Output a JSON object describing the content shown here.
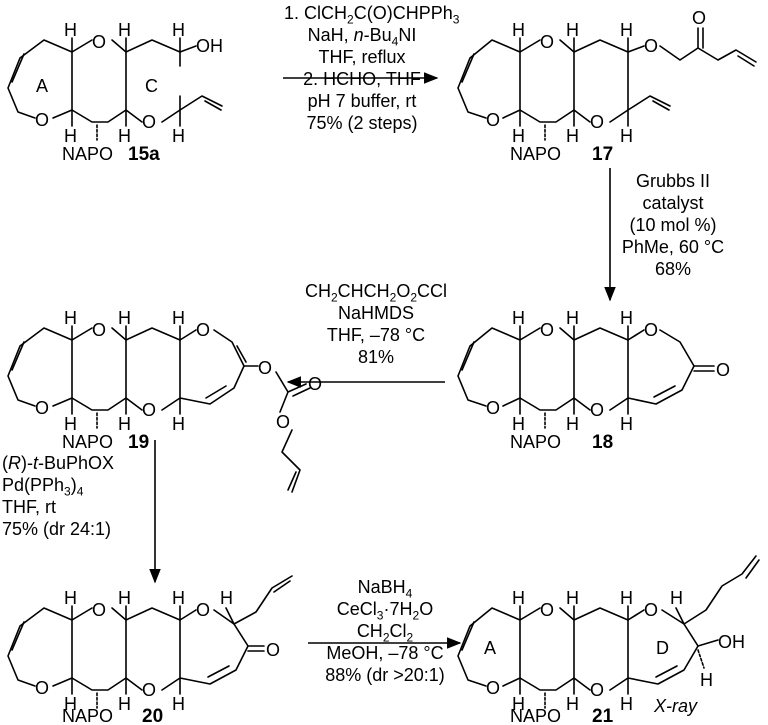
{
  "compounds": [
    {
      "id": "15a",
      "atoms": {
        "A": "A",
        "C": "C",
        "protecting_group": "NAPO",
        "hydroxyl": "OH",
        "H": "H",
        "O": "O"
      }
    },
    {
      "id": "17"
    },
    {
      "id": "18"
    },
    {
      "id": "19"
    },
    {
      "id": "20"
    },
    {
      "id": "21",
      "atoms": {
        "A": "A",
        "D": "D",
        "hydroxyl": "OH"
      },
      "note": "X-ray"
    }
  ],
  "labels": {
    "protecting_group": "NAPO",
    "ketone_O": "O",
    "ring_O": "O",
    "H": "H"
  },
  "steps": [
    {
      "id": "step1",
      "conditions": [
        [
          "1. ClCH",
          {
            "sub": "2"
          },
          "C(O)CHPPh",
          {
            "sub": "3"
          }
        ],
        [
          "NaH, ",
          {
            "i": "n"
          },
          "-Bu",
          {
            "sub": "4"
          },
          "NI"
        ],
        [
          "THF, reflux"
        ],
        [
          "2. HCHO, THF"
        ],
        [
          "pH 7 buffer, rt"
        ],
        [
          "75% (2 steps)"
        ]
      ]
    },
    {
      "id": "step2",
      "conditions": [
        [
          "Grubbs II"
        ],
        [
          "catalyst"
        ],
        [
          "(10 mol %)"
        ],
        [
          "PhMe, 60 °C"
        ],
        [
          "68%"
        ]
      ]
    },
    {
      "id": "step3",
      "conditions": [
        [
          "CH",
          {
            "sub": "2"
          },
          "CHCH",
          {
            "sub": "2"
          },
          "O",
          {
            "sub": "2"
          },
          "CCl"
        ],
        [
          "NaHMDS"
        ],
        [
          "THF, –78 °C"
        ],
        [
          "81%"
        ]
      ]
    },
    {
      "id": "step4",
      "conditions": [
        [
          "(",
          {
            "i": "R"
          },
          ")-",
          {
            "i": "t"
          },
          "-BuPhOX"
        ],
        [
          "Pd(PPh",
          {
            "sub": "3"
          },
          ")",
          {
            "sub": "4"
          }
        ],
        [
          "THF, rt"
        ],
        [
          "75% (dr 24:1)"
        ]
      ]
    },
    {
      "id": "step5",
      "conditions": [
        [
          "NaBH",
          {
            "sub": "4"
          }
        ],
        [
          "CeCl",
          {
            "sub": "3"
          },
          "·7H",
          {
            "sub": "2"
          },
          "O"
        ],
        [
          "CH",
          {
            "sub": "2"
          },
          "Cl",
          {
            "sub": "2"
          }
        ],
        [
          "MeOH, –78 °C"
        ],
        [
          "88% (dr >20:1)"
        ]
      ]
    }
  ]
}
